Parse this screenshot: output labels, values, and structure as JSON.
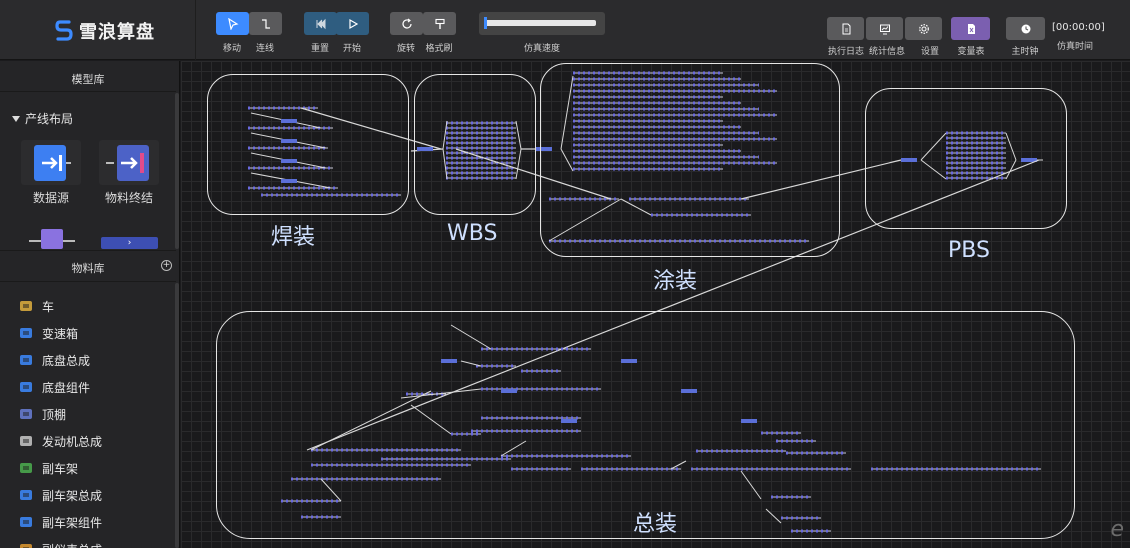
{
  "app": {
    "title": "雪浪算盘"
  },
  "toolbar": {
    "groups": [
      {
        "label": "移动",
        "icon": "pointer-icon"
      },
      {
        "label": "连线",
        "icon": "connector-icon"
      },
      {
        "label": "重置",
        "icon": "reset-icon"
      },
      {
        "label": "开始",
        "icon": "play-icon"
      },
      {
        "label": "旋转",
        "icon": "rotate-icon"
      },
      {
        "label": "格式刷",
        "icon": "format-brush-icon"
      }
    ],
    "speed": {
      "label": "仿真速度",
      "value_fraction": 0.97
    },
    "right": [
      {
        "label": "执行日志",
        "icon": "log-icon"
      },
      {
        "label": "统计信息",
        "icon": "stats-icon"
      },
      {
        "label": "设置",
        "icon": "settings-icon"
      },
      {
        "label": "变量表",
        "icon": "variable-table-icon"
      },
      {
        "label": "主时钟",
        "icon": "clock-icon"
      }
    ],
    "sim_time": {
      "value": "[00:00:00]",
      "label": "仿真时间"
    },
    "colors": {
      "active": "#3d8bff",
      "control": "#2f5d80",
      "purple": "#7b5fb0"
    }
  },
  "sidebar": {
    "model_library_title": "模型库",
    "section_title": "产线布局",
    "models": [
      {
        "label": "数据源",
        "icon": "source-icon"
      },
      {
        "label": "物料终结",
        "icon": "sink-icon"
      }
    ],
    "material_library_title": "物料库",
    "materials": [
      {
        "label": "车",
        "icon": "car-icon"
      },
      {
        "label": "变速箱",
        "icon": "gearbox-icon"
      },
      {
        "label": "底盘总成",
        "icon": "chassis-assembly-icon"
      },
      {
        "label": "底盘组件",
        "icon": "chassis-component-icon"
      },
      {
        "label": "顶棚",
        "icon": "roof-icon"
      },
      {
        "label": "发动机总成",
        "icon": "engine-icon"
      },
      {
        "label": "副车架",
        "icon": "subframe-icon"
      },
      {
        "label": "副车架总成",
        "icon": "subframe-assembly-icon"
      },
      {
        "label": "副车架组件",
        "icon": "subframe-component-icon"
      },
      {
        "label": "副仪表总成",
        "icon": "dashboard-icon"
      }
    ]
  },
  "canvas": {
    "zones": [
      {
        "id": "welding",
        "label": "焊装"
      },
      {
        "id": "wbs",
        "label": "WBS"
      },
      {
        "id": "painting",
        "label": "涂装"
      },
      {
        "id": "pbs",
        "label": "PBS"
      },
      {
        "id": "assembly",
        "label": "总装"
      }
    ],
    "watermark": "e"
  }
}
